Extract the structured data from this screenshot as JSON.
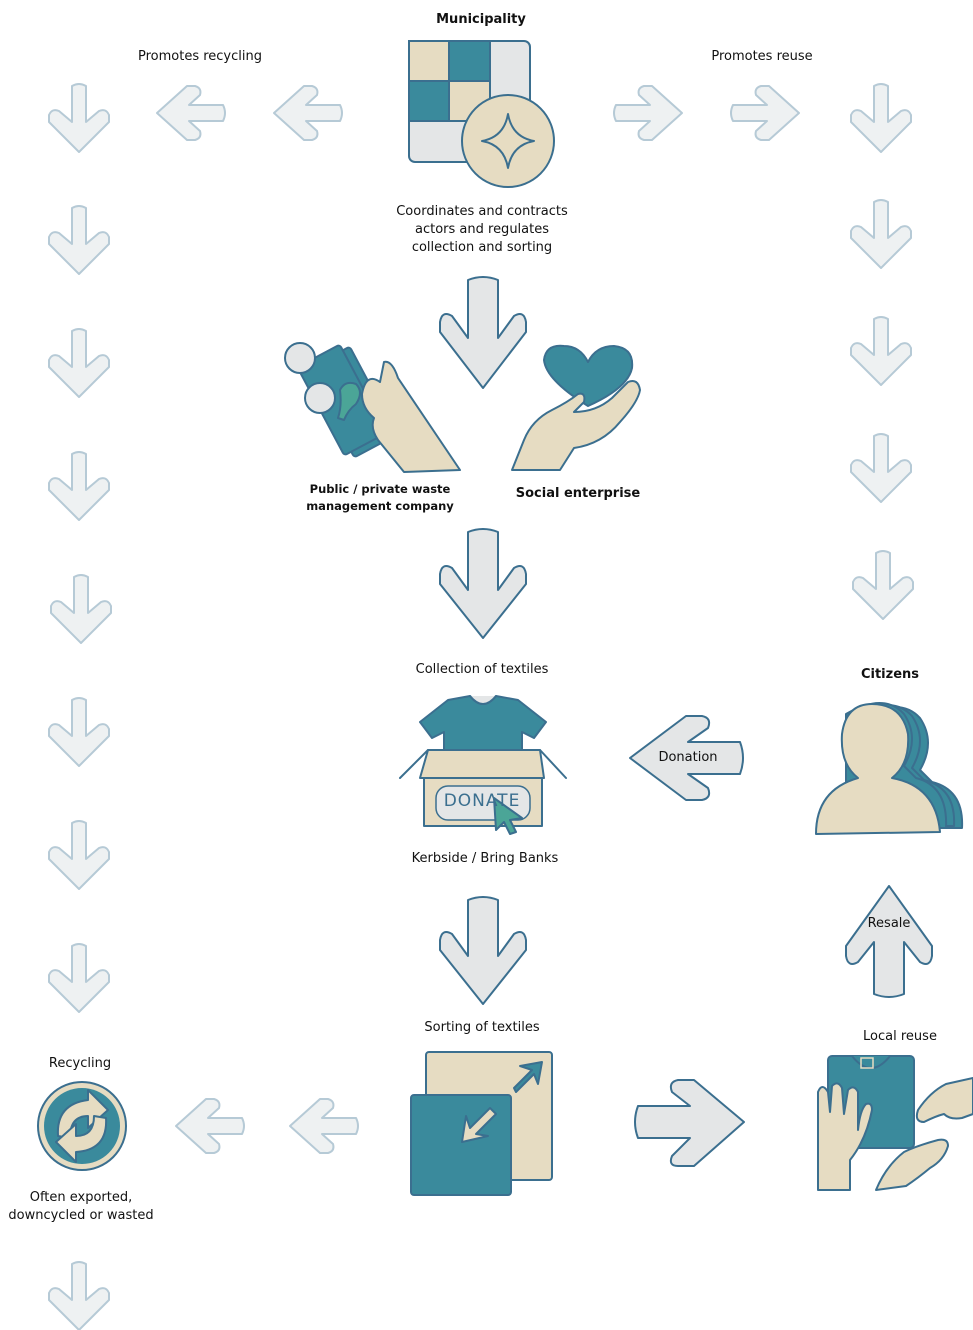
{
  "labels": {
    "municipality": "Municipality",
    "promotes_recycling": "Promotes recycling",
    "promotes_reuse": "Promotes reuse",
    "coordinates": "Coordinates and contracts\nactors and regulates\ncollection and sorting",
    "waste_company": "Public / private waste\nmanagement company",
    "social_enterprise": "Social enterprise",
    "collection": "Collection of textiles",
    "kerbside": "Kerbside / Bring Banks",
    "citizens": "Citizens",
    "donation": "Donation",
    "donate_box": "DONATE",
    "resale": "Resale",
    "sorting": "Sorting of textiles",
    "local_reuse": "Local reuse",
    "recycling": "Recycling",
    "exported": "Often exported,\ndowncycled or wasted"
  },
  "icons": {
    "municipality": "municipality-grid-icon",
    "waste_company": "money-hand-icon",
    "social_enterprise": "heart-hand-icon",
    "collection": "donation-box-icon",
    "citizens": "citizens-group-icon",
    "sorting": "resize-squares-icon",
    "local_reuse": "clothes-handover-icon",
    "recycling": "recycling-symbol-icon"
  },
  "colors": {
    "teal": "#3a8a9c",
    "beige": "#e6dcc2",
    "outline": "#3b6f8f",
    "light_gray": "#e4e6e7",
    "faint_arrow": "#eef1f2",
    "green": "#4ba597"
  }
}
